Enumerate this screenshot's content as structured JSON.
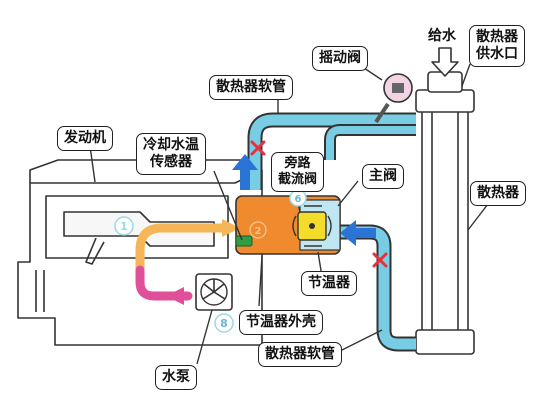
{
  "labels": {
    "engine": "发动机",
    "coolant_temp_sensor": "冷却水温\n传感器",
    "radiator_hose_top": "散热器软管",
    "rocking_valve": "摇动阀",
    "water_inlet": "给水",
    "radiator_filler": "散热器\n供水口",
    "bypass_valve": "旁路\n截流阀",
    "main_valve": "主阀",
    "radiator": "散热器",
    "thermostat": "节温器",
    "thermostat_housing": "节温器外壳",
    "water_pump": "水泵",
    "radiator_hose_bottom": "散热器软管"
  },
  "markers": {
    "m1": "1",
    "m6": "6",
    "m8": "8",
    "m2": "2"
  },
  "colors": {
    "hose": "#78cde4",
    "hose_outline": "#333333",
    "hot_flow": "#f6b657",
    "return_flow": "#e0509a",
    "arrow_blue": "#2a74d6",
    "stop_mark": "#e5323c",
    "housing": "#ef8a2e",
    "valve_yellow": "#f3dc2a",
    "sensor_green": "#2f9e44"
  },
  "icons": [
    "blocked-x-icon",
    "flow-arrow-icon",
    "pump-impeller-icon",
    "magnifier-icon"
  ]
}
